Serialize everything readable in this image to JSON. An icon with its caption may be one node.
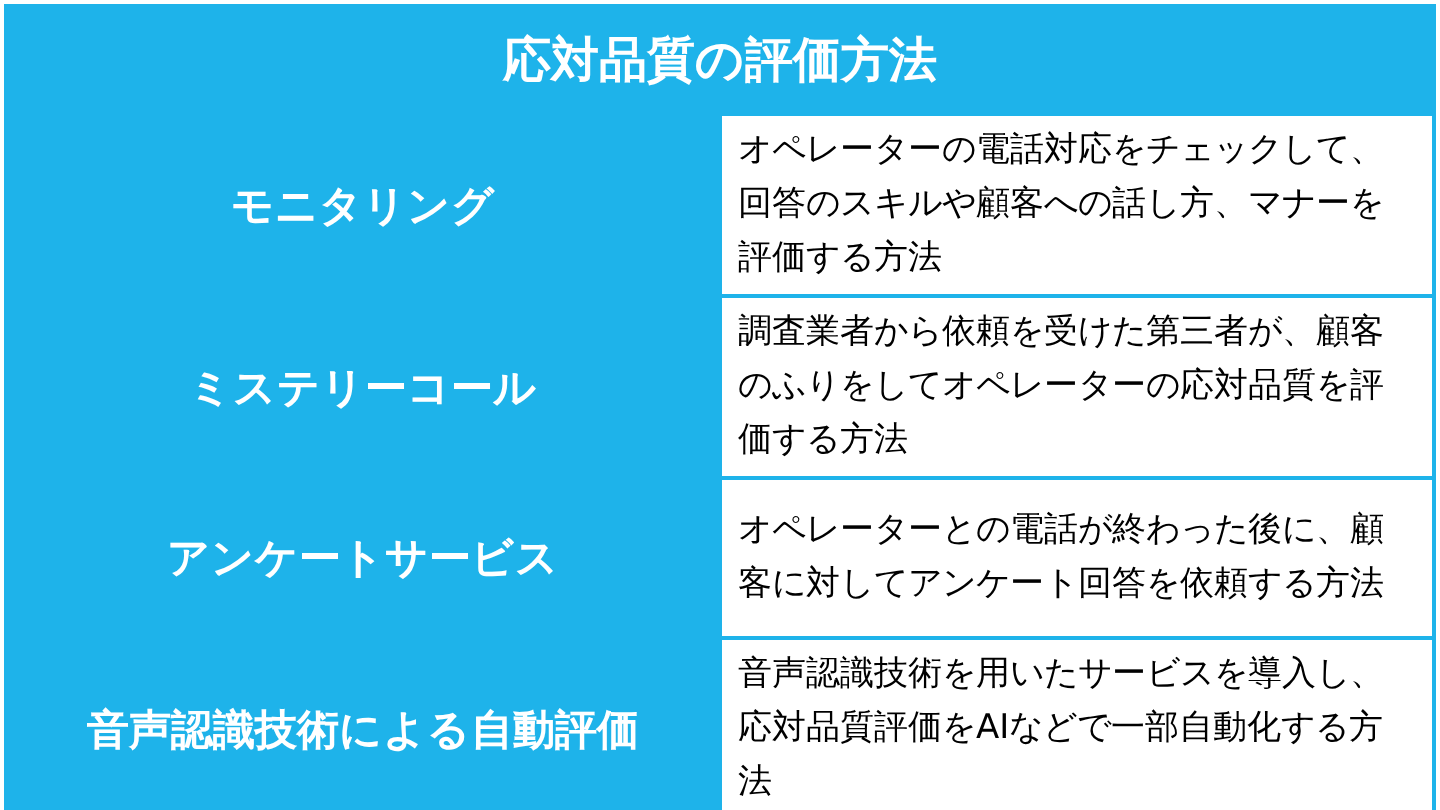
{
  "diagram": {
    "title": "応対品質の評価方法",
    "labels": [
      "モニタリング",
      "オペレーターの電話対応をチェックして、回答のスキルや顧客への話し方、マナーを評価する方法",
      "ミステリーコール",
      "調査業者から依頼を受けた第三者が、顧客のふりをしてオペレーターの応対品質を評価する方法",
      "アンケートサービス",
      "オペレーターとの電話が終わった後に、顧客に対してアンケート回答を依頼する方法",
      "音声認識技術による自動評価",
      "音声認識技術を用いたサービスを導入し、応対品質評価をAIなどで一部自動化する方法"
    ]
  }
}
